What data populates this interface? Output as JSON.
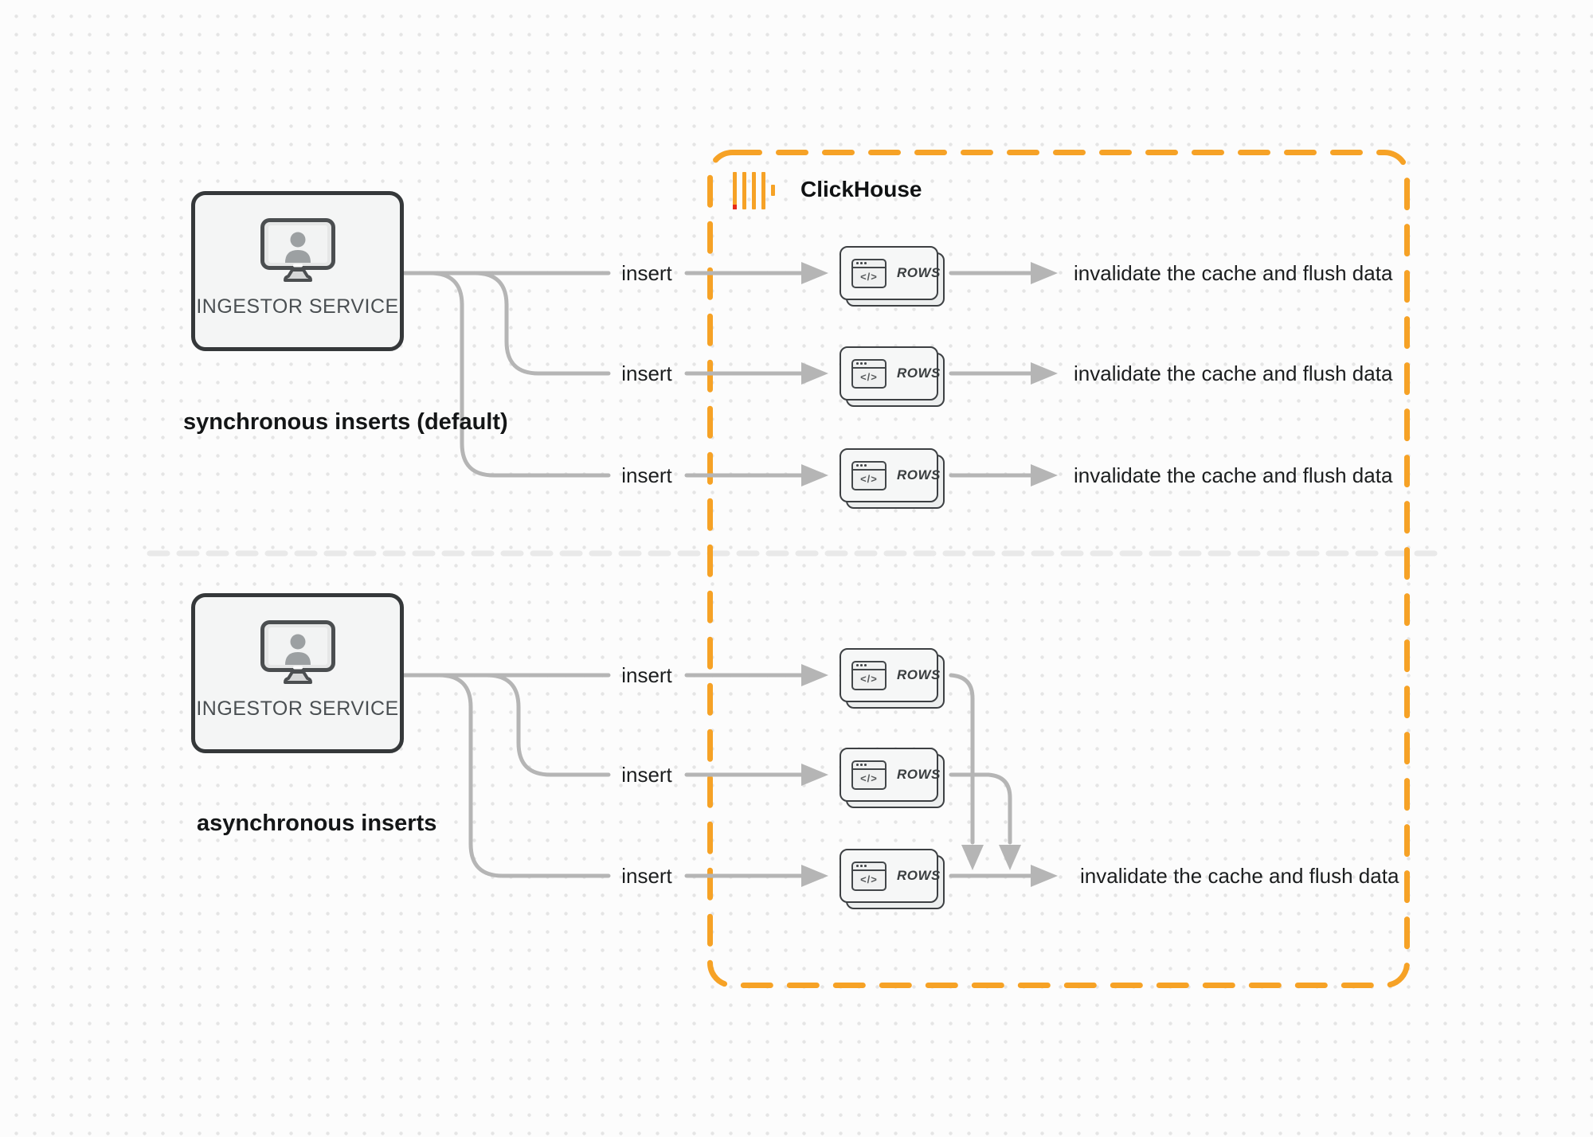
{
  "brand": {
    "name": "ClickHouse"
  },
  "sync": {
    "caption": "synchronous inserts (default)",
    "ingestor_label": "INGESTOR SERVICE",
    "rows": [
      {
        "insert": "insert",
        "card": "ROWS",
        "result": "invalidate the cache and flush data"
      },
      {
        "insert": "insert",
        "card": "ROWS",
        "result": "invalidate the cache and flush data"
      },
      {
        "insert": "insert",
        "card": "ROWS",
        "result": "invalidate the cache and flush data"
      }
    ]
  },
  "async": {
    "caption": "asynchronous inserts",
    "ingestor_label": "INGESTOR SERVICE",
    "rows": [
      {
        "insert": "insert",
        "card": "ROWS"
      },
      {
        "insert": "insert",
        "card": "ROWS"
      },
      {
        "insert": "insert",
        "card": "ROWS"
      }
    ],
    "result": "invalidate the cache and flush data"
  },
  "icons": {
    "code_glyph": "</>"
  },
  "colors": {
    "accent_orange": "#F6A226",
    "logo_red": "#E72A18",
    "connector_gray": "#b5b5b5",
    "divider_gray": "#e9e9e9",
    "card_border": "#3d4043"
  }
}
